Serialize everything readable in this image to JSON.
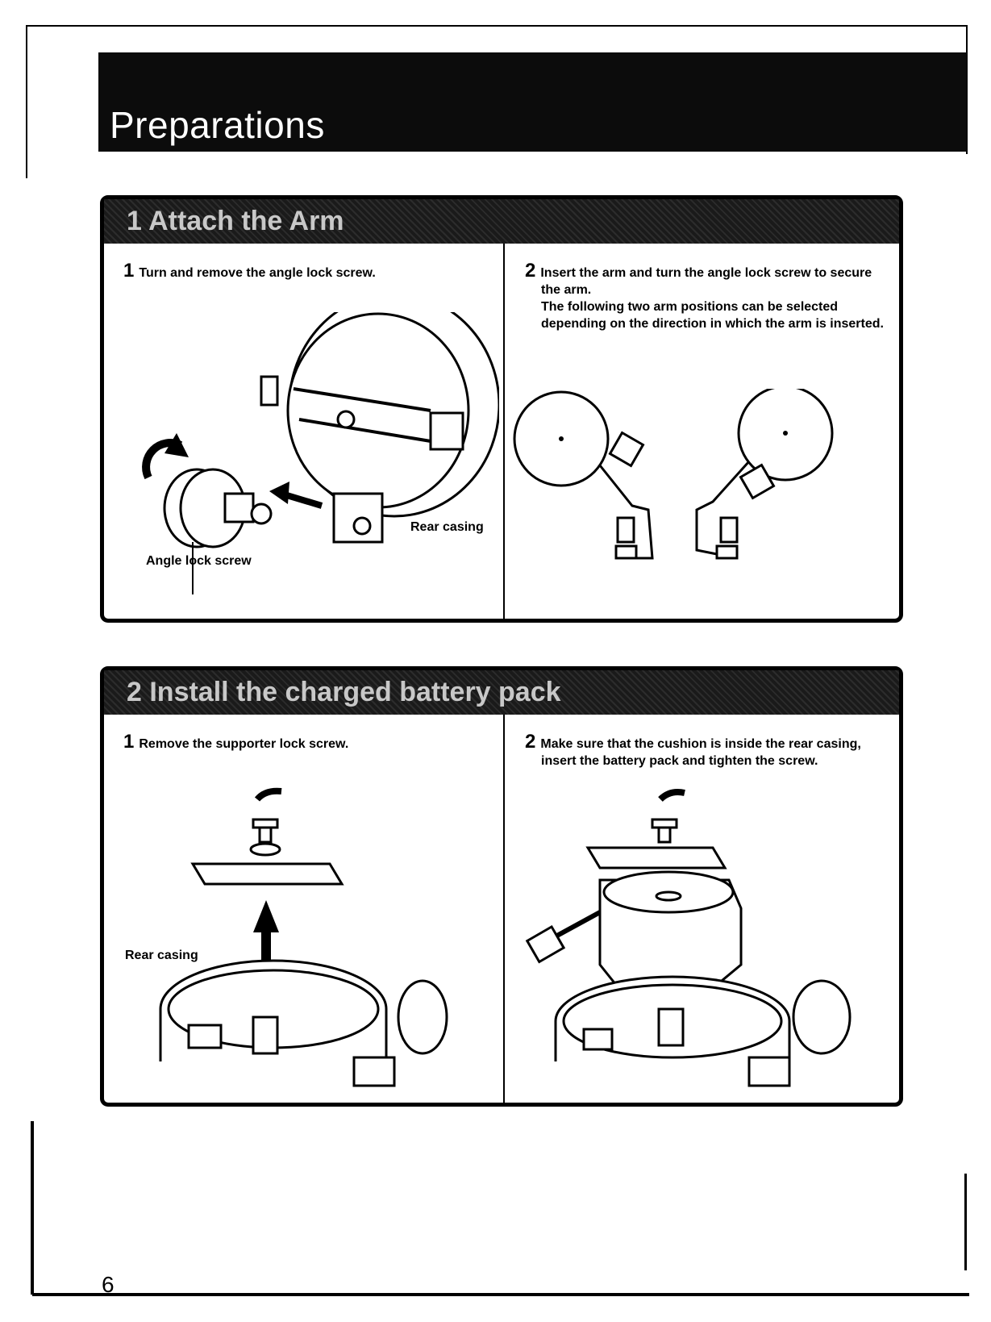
{
  "header": {
    "title": "Preparations"
  },
  "section1": {
    "heading": "1 Attach the Arm",
    "step1": {
      "num": "1",
      "text": "Turn and remove the angle lock screw."
    },
    "step2": {
      "num": "2",
      "line1": "Insert the arm and turn the angle lock screw to secure",
      "line2": "the arm.",
      "line3": "The following two arm positions can be selected",
      "line4": "depending on the direction in which the arm is inserted."
    },
    "labels": {
      "angle_lock_screw": "Angle lock screw",
      "rear_casing": "Rear casing"
    }
  },
  "section2": {
    "heading": "2 Install the charged battery pack",
    "step1": {
      "num": "1",
      "text": "Remove the supporter lock screw."
    },
    "step2": {
      "num": "2",
      "line1": "Make sure that the cushion is inside the rear casing,",
      "line2": "insert the battery pack and tighten the screw."
    },
    "labels": {
      "rear_casing": "Rear casing"
    }
  },
  "footer": {
    "page_number": "6"
  }
}
